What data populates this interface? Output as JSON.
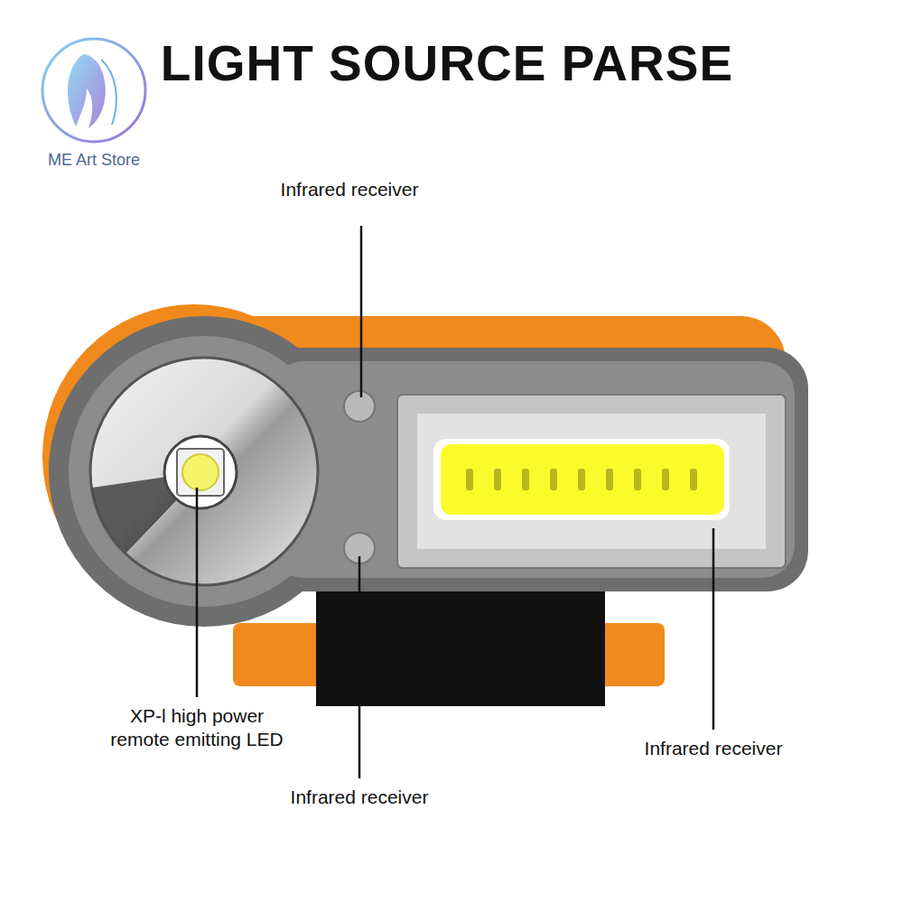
{
  "diagram": {
    "title": "LIGHT SOURCE PARSE",
    "labels": [
      "ME Art Store",
      "Infrared receiver",
      "XP-l high power remote emitting LED",
      "Infrared receiver",
      "Infrared receiver"
    ]
  }
}
